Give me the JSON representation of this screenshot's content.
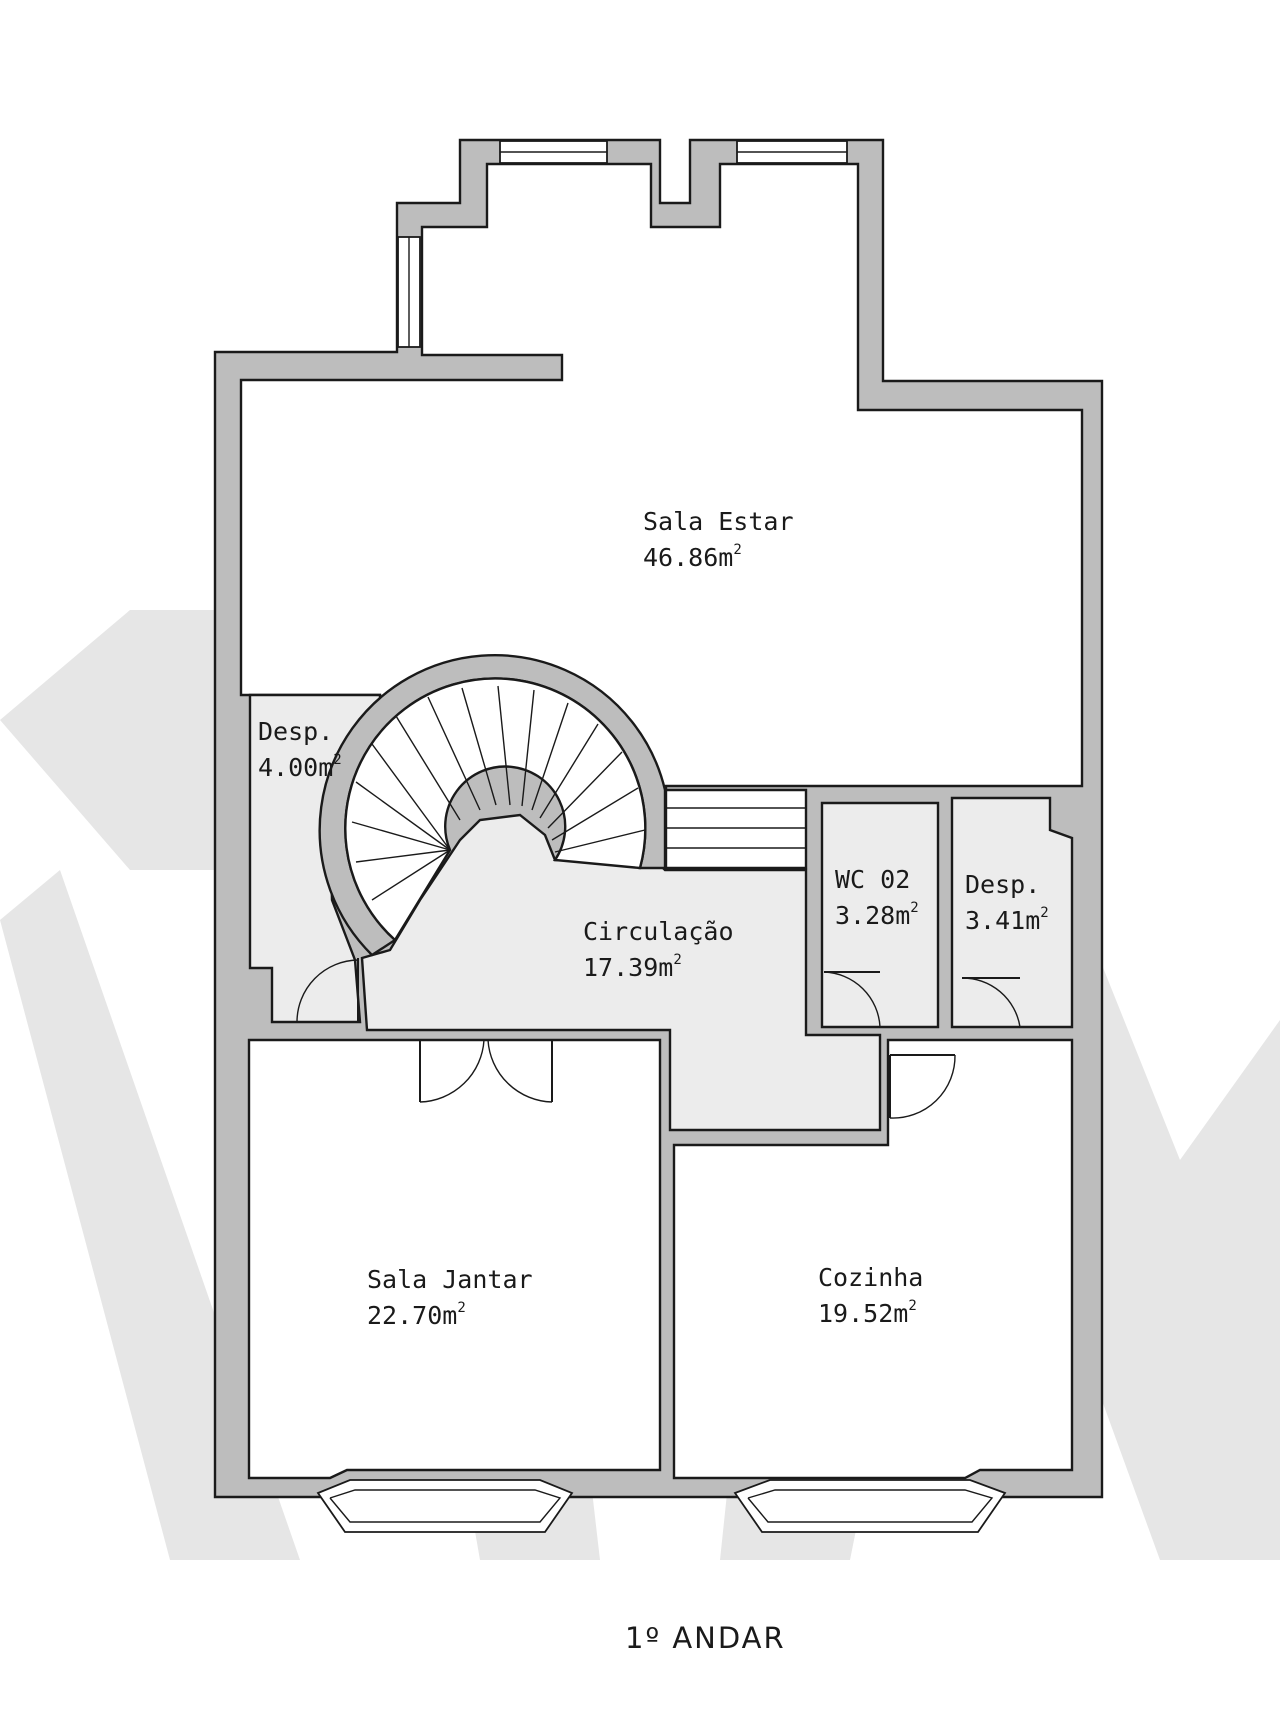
{
  "plan": {
    "title": "1º ANDAR",
    "watermark_color": "#e6e6e6",
    "wall_color": "#bdbdbd",
    "rooms": [
      {
        "id": "sala-estar",
        "name": "Sala Estar",
        "area": "46.86m",
        "unit_sup": "2"
      },
      {
        "id": "desp-1",
        "name": "Desp.",
        "area": "4.00m",
        "unit_sup": "2"
      },
      {
        "id": "circulacao",
        "name": "Circulação",
        "area": "17.39m",
        "unit_sup": "2"
      },
      {
        "id": "wc-02",
        "name": "WC 02",
        "area": "3.28m",
        "unit_sup": "2"
      },
      {
        "id": "desp-2",
        "name": "Desp.",
        "area": "3.41m",
        "unit_sup": "2"
      },
      {
        "id": "sala-jantar",
        "name": "Sala Jantar",
        "area": "22.70m",
        "unit_sup": "2"
      },
      {
        "id": "cozinha",
        "name": "Cozinha",
        "area": "19.52m",
        "unit_sup": "2"
      }
    ]
  }
}
